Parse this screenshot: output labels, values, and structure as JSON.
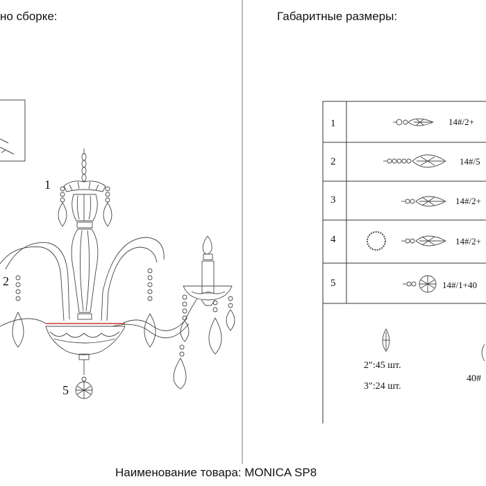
{
  "left_panel": {
    "heading": "но сборке:",
    "callouts": [
      "1",
      "2",
      "5"
    ]
  },
  "right_panel": {
    "heading": "Габаритные размеры:",
    "table": {
      "rows": [
        {
          "num": "1",
          "code": "14#/2+"
        },
        {
          "num": "2",
          "code": "14#/5"
        },
        {
          "num": "3",
          "code": "14#/2+"
        },
        {
          "num": "4",
          "code": "14#/2+"
        },
        {
          "num": "5",
          "code": "14#/1+40"
        }
      ],
      "counts": [
        "2″:45 шт.",
        "3″:24 шт."
      ],
      "extra_code": "40#"
    }
  },
  "footer": {
    "product_name": "Наименование товара: MONICA SP8"
  }
}
